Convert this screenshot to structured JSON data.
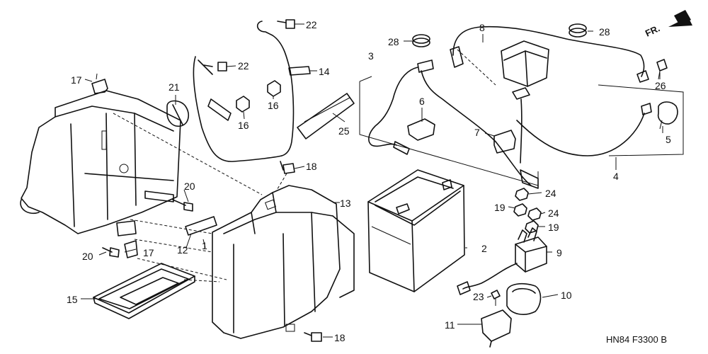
{
  "diagram": {
    "code": "HN84 F3300 B",
    "front_marker": "FR.",
    "callouts": [
      {
        "id": "c1",
        "label": "1"
      },
      {
        "id": "c2",
        "label": "2"
      },
      {
        "id": "c3",
        "label": "3"
      },
      {
        "id": "c4",
        "label": "4"
      },
      {
        "id": "c5",
        "label": "5"
      },
      {
        "id": "c6",
        "label": "6"
      },
      {
        "id": "c7",
        "label": "7"
      },
      {
        "id": "c8",
        "label": "8"
      },
      {
        "id": "c9",
        "label": "9"
      },
      {
        "id": "c10",
        "label": "10"
      },
      {
        "id": "c11",
        "label": "11"
      },
      {
        "id": "c12",
        "label": "12"
      },
      {
        "id": "c13",
        "label": "13"
      },
      {
        "id": "c14",
        "label": "14"
      },
      {
        "id": "c15",
        "label": "15"
      },
      {
        "id": "c16a",
        "label": "16"
      },
      {
        "id": "c16b",
        "label": "16"
      },
      {
        "id": "c17a",
        "label": "17"
      },
      {
        "id": "c17b",
        "label": "17"
      },
      {
        "id": "c18a",
        "label": "18"
      },
      {
        "id": "c18b",
        "label": "18"
      },
      {
        "id": "c19a",
        "label": "19"
      },
      {
        "id": "c19b",
        "label": "19"
      },
      {
        "id": "c20a",
        "label": "20"
      },
      {
        "id": "c20b",
        "label": "20"
      },
      {
        "id": "c21",
        "label": "21"
      },
      {
        "id": "c22a",
        "label": "22"
      },
      {
        "id": "c22b",
        "label": "22"
      },
      {
        "id": "c23",
        "label": "23"
      },
      {
        "id": "c24a",
        "label": "24"
      },
      {
        "id": "c24b",
        "label": "24"
      },
      {
        "id": "c25",
        "label": "25"
      },
      {
        "id": "c26",
        "label": "26"
      },
      {
        "id": "c28a",
        "label": "28"
      },
      {
        "id": "c28b",
        "label": "28"
      }
    ]
  }
}
